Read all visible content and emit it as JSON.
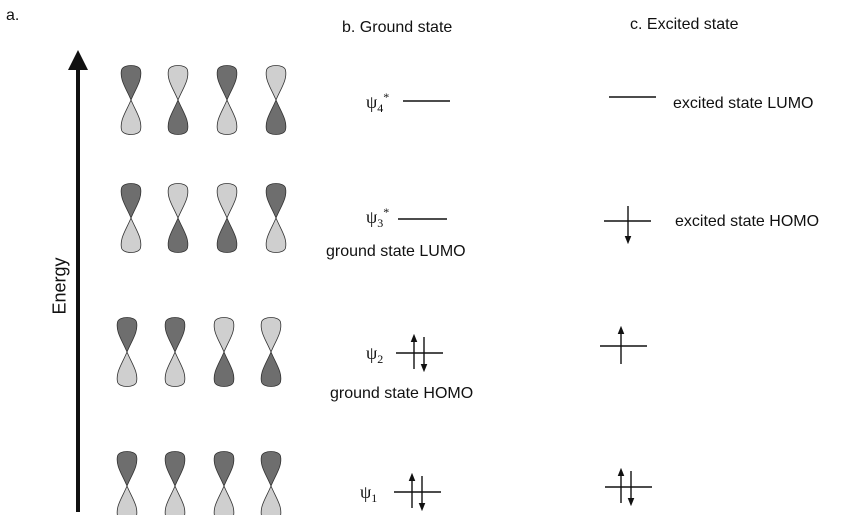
{
  "panel_a_label": "a.",
  "panel_b_label": "b. Ground state",
  "panel_c_label": "c. Excited state",
  "axis_label": "Energy",
  "levels": [
    {
      "id": "psi4",
      "symbol": "ψ",
      "subscript": "4",
      "superscript": "*",
      "ground_note": "",
      "excited_note": "excited state LUMO",
      "ground_electrons": "none",
      "excited_electrons": "none",
      "lobe_top_shades": [
        "dark",
        "light",
        "dark",
        "light"
      ]
    },
    {
      "id": "psi3",
      "symbol": "ψ",
      "subscript": "3",
      "superscript": "*",
      "ground_note": "ground state LUMO",
      "excited_note": "excited state HOMO",
      "ground_electrons": "none",
      "excited_electrons": "one-down",
      "lobe_top_shades": [
        "dark",
        "light",
        "light",
        "dark"
      ]
    },
    {
      "id": "psi2",
      "symbol": "ψ",
      "subscript": "2",
      "superscript": "",
      "ground_note": "ground state HOMO",
      "excited_note": "",
      "ground_electrons": "pair",
      "excited_electrons": "one-up",
      "lobe_top_shades": [
        "dark",
        "dark",
        "light",
        "light"
      ]
    },
    {
      "id": "psi1",
      "symbol": "ψ",
      "subscript": "1",
      "superscript": "",
      "ground_note": "",
      "excited_note": "",
      "ground_electrons": "pair",
      "excited_electrons": "pair",
      "lobe_top_shades": [
        "dark",
        "dark",
        "dark",
        "dark"
      ]
    }
  ],
  "colors": {
    "dark_lobe": "#6e6e6e",
    "light_lobe": "#cfcfcf",
    "line": "#111111"
  }
}
